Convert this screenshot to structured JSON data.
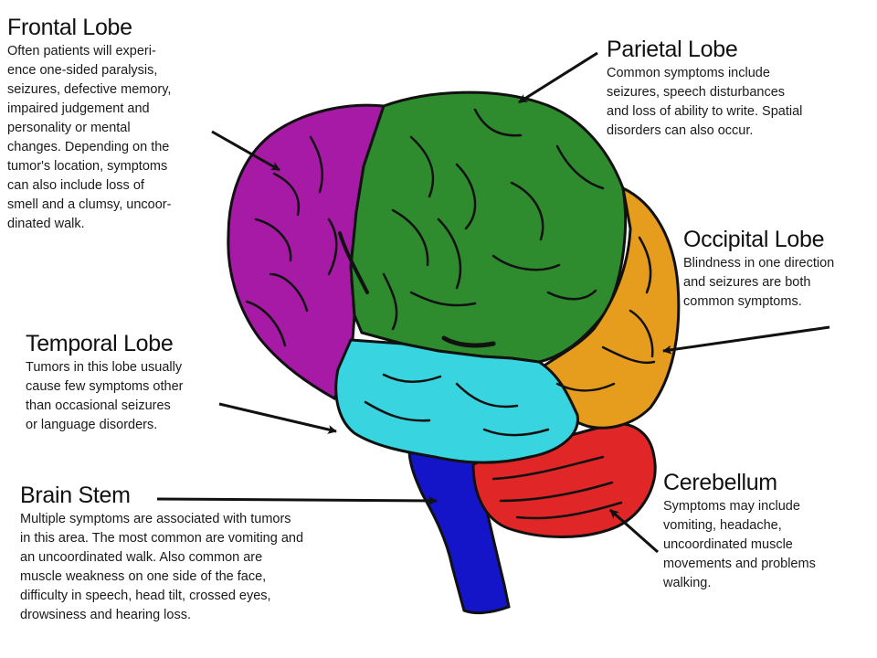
{
  "colors": {
    "frontal": "#a61aa6",
    "parietal": "#2e8b2e",
    "occipital": "#e69c1c",
    "temporal": "#38d4e0",
    "cerebellum": "#e02626",
    "brainstem": "#1414c8",
    "outline": "#111111"
  },
  "labels": {
    "frontal": {
      "title": "Frontal Lobe",
      "text": "Often patients will experi-\nence one-sided paralysis,\nseizures, defective memory,\nimpaired judgement and\npersonality or mental\nchanges. Depending on the\ntumor's location, symptoms\ncan also include loss of\nsmell and a clumsy, uncoor-\ndinated walk."
    },
    "parietal": {
      "title": "Parietal Lobe",
      "text": "Common symptoms include\nseizures, speech disturbances\nand loss of ability to write. Spatial\ndisorders can also occur."
    },
    "occipital": {
      "title": "Occipital Lobe",
      "text": "Blindness in one direction\nand seizures are both\ncommon symptoms."
    },
    "temporal": {
      "title": "Temporal Lobe",
      "text": "Tumors in this lobe usually\ncause few symptoms other\nthan occasional seizures\nor language disorders."
    },
    "brainstem": {
      "title": "Brain Stem",
      "text": "Multiple symptoms are associated with tumors\nin this area. The most common are vomiting and\nan uncoordinated walk. Also common are\nmuscle weakness on one side of the face,\ndifficulty in speech, head tilt, crossed eyes,\ndrowsiness and hearing loss."
    },
    "cerebellum": {
      "title": "Cerebellum",
      "text": "Symptoms may include\nvomiting, headache,\nuncoordinated muscle\nmovements and problems\nwalking."
    }
  }
}
